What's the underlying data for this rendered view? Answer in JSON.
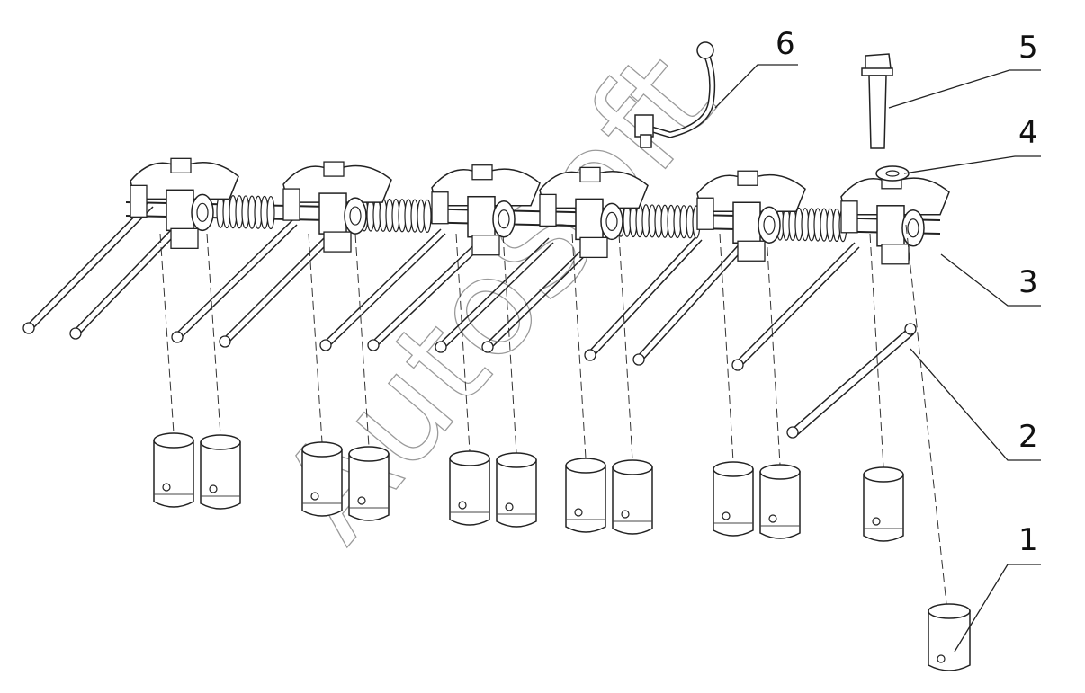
{
  "diagram": {
    "watermark": "AutoSoft",
    "callouts": [
      "1",
      "2",
      "3",
      "4",
      "5",
      "6"
    ]
  }
}
